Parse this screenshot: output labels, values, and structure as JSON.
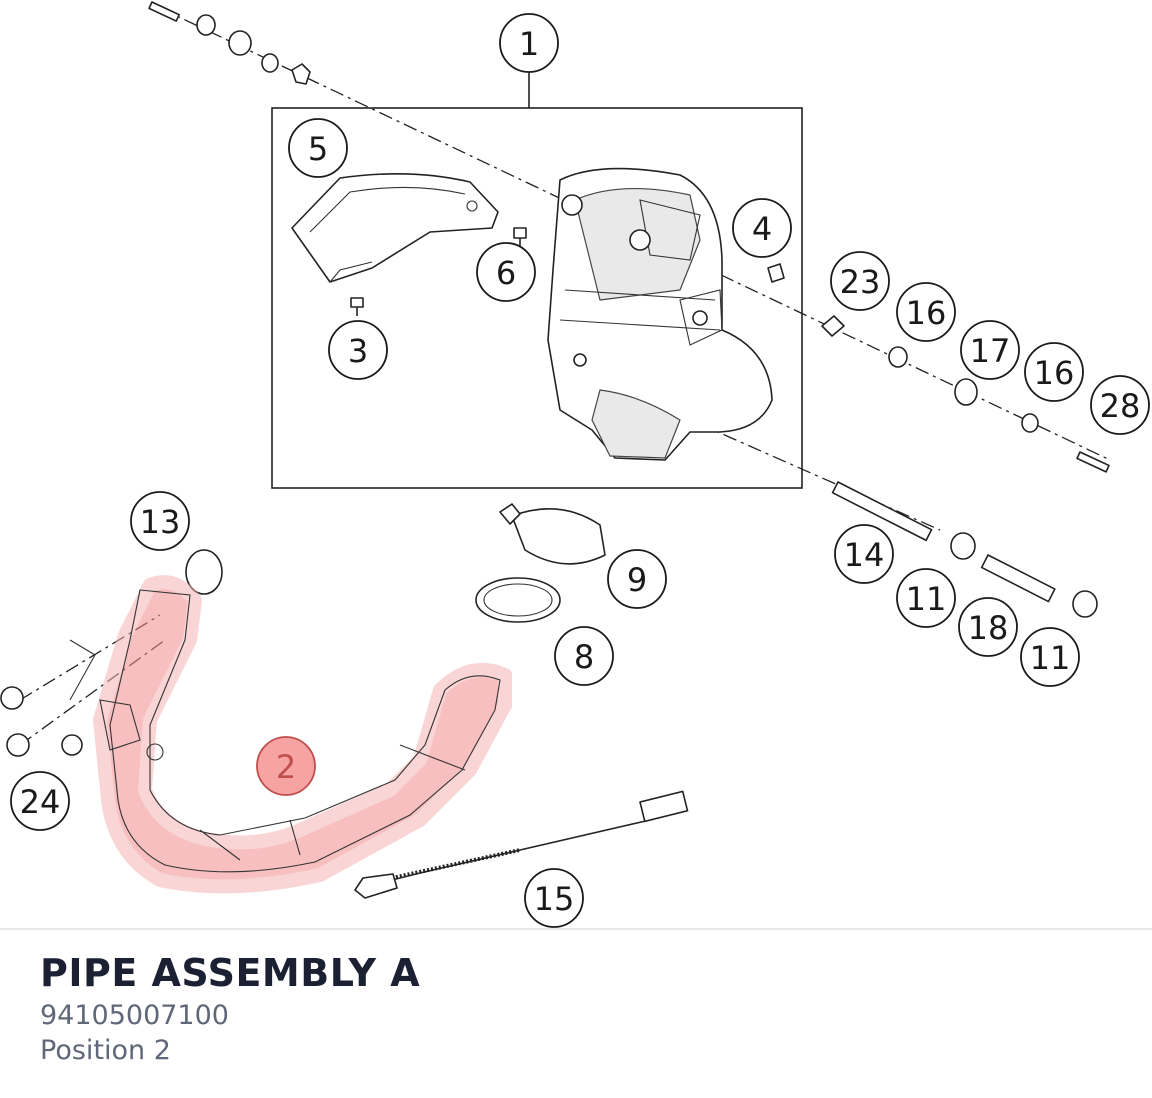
{
  "diagram": {
    "callouts": [
      {
        "label": "1"
      },
      {
        "label": "5"
      },
      {
        "label": "4"
      },
      {
        "label": "6"
      },
      {
        "label": "3"
      },
      {
        "label": "23"
      },
      {
        "label": "16"
      },
      {
        "label": "17"
      },
      {
        "label": "16"
      },
      {
        "label": "28"
      },
      {
        "label": "13"
      },
      {
        "label": "9"
      },
      {
        "label": "8"
      },
      {
        "label": "14"
      },
      {
        "label": "11"
      },
      {
        "label": "18"
      },
      {
        "label": "11"
      },
      {
        "label": "2"
      },
      {
        "label": "24"
      },
      {
        "label": "15"
      }
    ],
    "highlight_label": "2",
    "highlight_color": "#f28b8b"
  },
  "part": {
    "name": "PIPE ASSEMBLY A",
    "number": "94105007100",
    "position": "Position 2"
  }
}
